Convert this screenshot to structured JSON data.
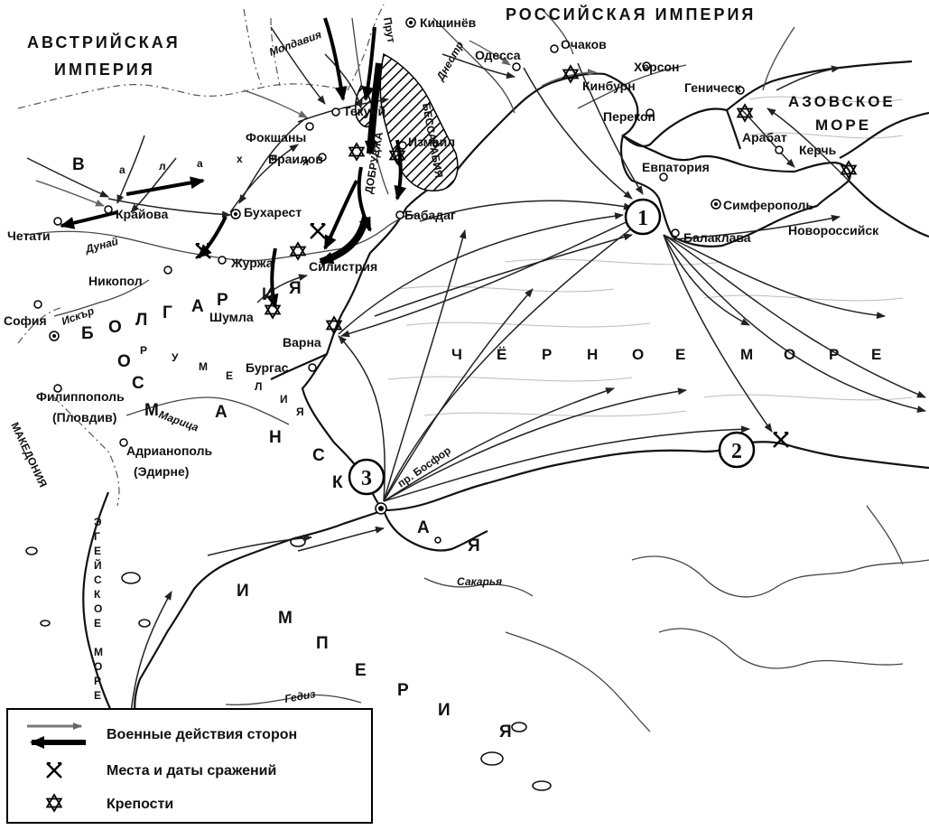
{
  "regions": {
    "austria_line1": "АВСТРИЙСКАЯ",
    "austria_line2": "ИМПЕРИЯ",
    "russia": "РОССИЙСКАЯ ИМПЕРИЯ",
    "moldavia": "Молдавия",
    "bessarabia": "БЕССАРАБИЯ",
    "prut": "Прут",
    "dobrudja": "ДОБРУДЖА",
    "macedonia": "МАКЕДОНИЯ",
    "walachia_letters": [
      "В",
      "а",
      "л",
      "а",
      "х",
      "и",
      "я"
    ],
    "bulgaria_letters": [
      "Б",
      "О",
      "Л",
      "Г",
      "А",
      "Р",
      "И",
      "Я"
    ],
    "rumelia_letters": [
      "Р",
      "У",
      "М",
      "Е",
      "Л",
      "И",
      "Я"
    ],
    "ottoman_letters_left": [
      "О",
      "С",
      "М",
      "А",
      "Н",
      "С",
      "К",
      "А",
      "Я"
    ],
    "ottoman_letters_right": [
      "И",
      "М",
      "П",
      "Е",
      "Р",
      "И",
      "Я"
    ]
  },
  "seas": {
    "azov_line1": "АЗОВСКОЕ",
    "azov_line2": "МОРЕ",
    "black_sea": [
      "Ч",
      "Ё",
      "Р",
      "Н",
      "О",
      "Е",
      "М",
      "О",
      "Р",
      "Е"
    ],
    "aegean": [
      "Э",
      "Г",
      "Е",
      "Й",
      "С",
      "К",
      "О",
      "Е",
      "М",
      "О",
      "Р",
      "Е"
    ]
  },
  "rivers": {
    "dniester": "Днестр",
    "danube": "Дунай",
    "iskar": "Искър",
    "maritsa": "Марица",
    "sakarya": "Сакарья",
    "gediz": "Гедиз",
    "bosphorus": "пр. Босфор"
  },
  "cities": {
    "kishinev": "Кишинёв",
    "odessa": "Одесса",
    "ochakov": "Очаков",
    "kherson": "Херсон",
    "kinburn": "Кинбурн",
    "genichesk": "Геническ",
    "perekop": "Перекоп",
    "arabat": "Арабат",
    "kerch": "Керчь",
    "evpatoria": "Евпатория",
    "simferopol": "Симферополь",
    "balaklava": "Балаклава",
    "novorossiysk": "Новороссийск",
    "tekuchi": "Текучй",
    "focsani": "Фокшаны",
    "brailov": "Браилов",
    "izmail": "Измаил",
    "babadag": "Бабадаг",
    "krayova": "Крайова",
    "bucharest": "Бухарест",
    "chetati": "Четати",
    "zhurzha": "Журжа",
    "silistria": "Силистрия",
    "nikopol": "Никопол",
    "shumla": "Шумла",
    "varna": "Варна",
    "burgas": "Бургас",
    "sofia": "София",
    "philippopol": "Филиппополь",
    "plovdiv": "(Пловдив)",
    "adrianopol": "Адрианополь",
    "edirne": "(Эдирне)"
  },
  "markers": {
    "m1": "1",
    "m2": "2",
    "m3": "3"
  },
  "legend": {
    "item_actions": "Военные действия сторон",
    "item_battles": "Места и даты сражений",
    "item_fortresses": "Крепости"
  },
  "icons": {
    "battle": "cross-swords-icon",
    "fortress": "star-of-david-fortress-icon"
  }
}
